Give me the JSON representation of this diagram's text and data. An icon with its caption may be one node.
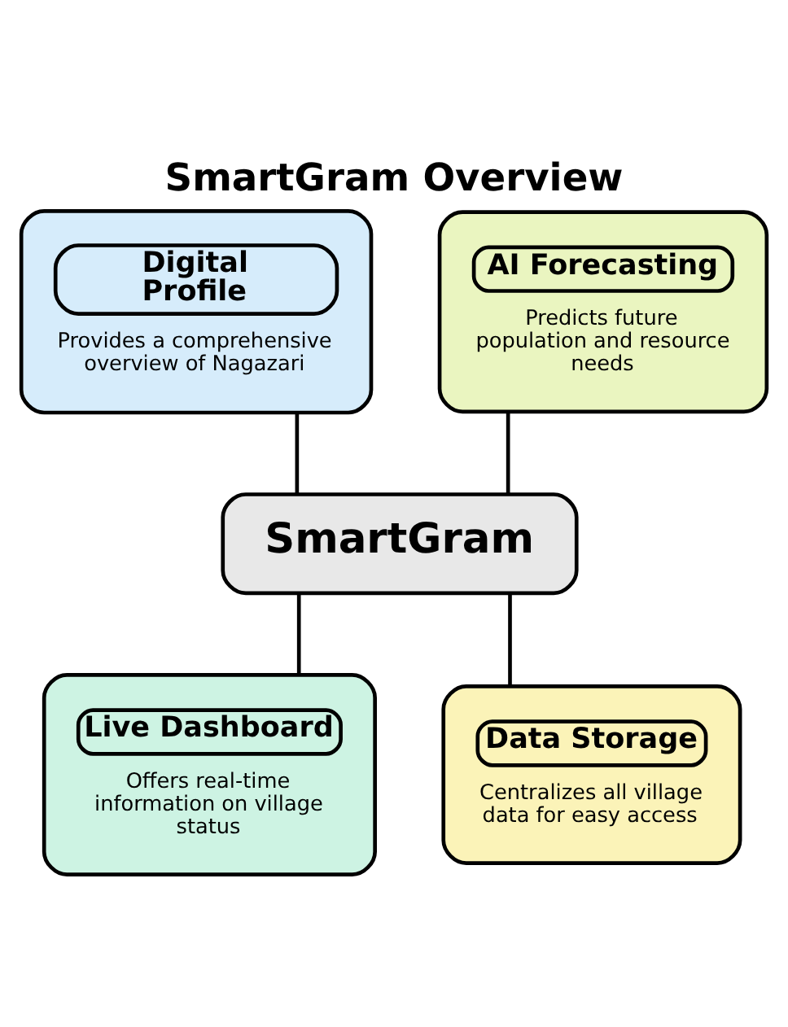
{
  "diagram": {
    "title": "SmartGram Overview",
    "nodes": [
      {
        "text": [
          "Digital Profile",
          "Provides a comprehensive overview of Nagazari"
        ]
      },
      {
        "text": [
          "AI Forecasting",
          "Predicts future population and resource needs"
        ]
      },
      {
        "text": [
          "SmartGram"
        ]
      },
      {
        "text": [
          "Live Dashboard",
          "Offers real-time information on village status"
        ]
      },
      {
        "text": [
          "Data Storage",
          "Centralizes all village data for easy access"
        ]
      }
    ],
    "edges": [
      {
        "from": 0,
        "to": 2,
        "arrow": "none"
      },
      {
        "from": 1,
        "to": 2,
        "arrow": "none"
      },
      {
        "from": 2,
        "to": 3,
        "arrow": "none"
      },
      {
        "from": 2,
        "to": 4,
        "arrow": "none"
      }
    ]
  }
}
